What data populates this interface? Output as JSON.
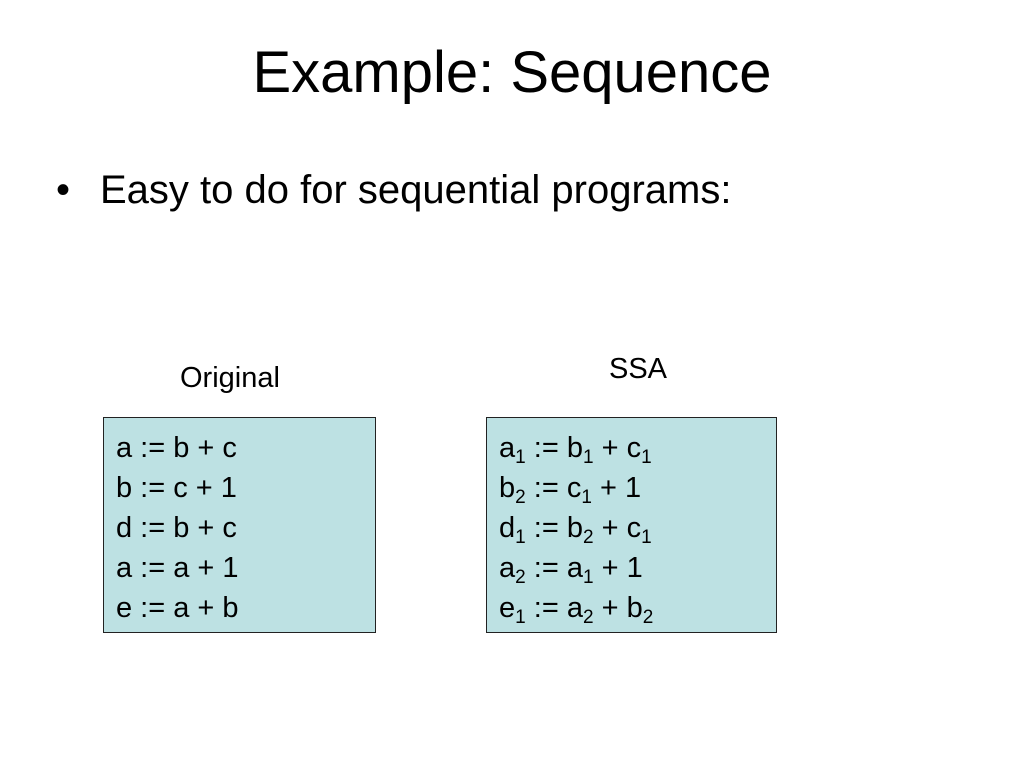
{
  "slide": {
    "title": "Example: Sequence",
    "bullet_mark": "•",
    "bullet_text": "Easy to do for sequential programs:"
  },
  "original": {
    "label": "Original",
    "lines": [
      "a := b + c",
      "b := c + 1",
      "d := b + c",
      "a := a + 1",
      "e := a + b"
    ]
  },
  "ssa": {
    "label": "SSA",
    "lines": [
      [
        [
          "a",
          "1"
        ],
        [
          " := ",
          ""
        ],
        [
          "b",
          "1"
        ],
        [
          " + ",
          ""
        ],
        [
          "c",
          "1"
        ]
      ],
      [
        [
          "b",
          "2"
        ],
        [
          " := ",
          ""
        ],
        [
          "c",
          "1"
        ],
        [
          " + 1",
          ""
        ]
      ],
      [
        [
          "d",
          "1"
        ],
        [
          " := ",
          ""
        ],
        [
          "b",
          "2"
        ],
        [
          " + ",
          ""
        ],
        [
          "c",
          "1"
        ]
      ],
      [
        [
          "a",
          "2"
        ],
        [
          " := ",
          ""
        ],
        [
          "a",
          "1"
        ],
        [
          " + 1",
          ""
        ]
      ],
      [
        [
          "e",
          "1"
        ],
        [
          " := ",
          ""
        ],
        [
          "a",
          "2"
        ],
        [
          " + ",
          ""
        ],
        [
          "b",
          "2"
        ]
      ]
    ]
  }
}
